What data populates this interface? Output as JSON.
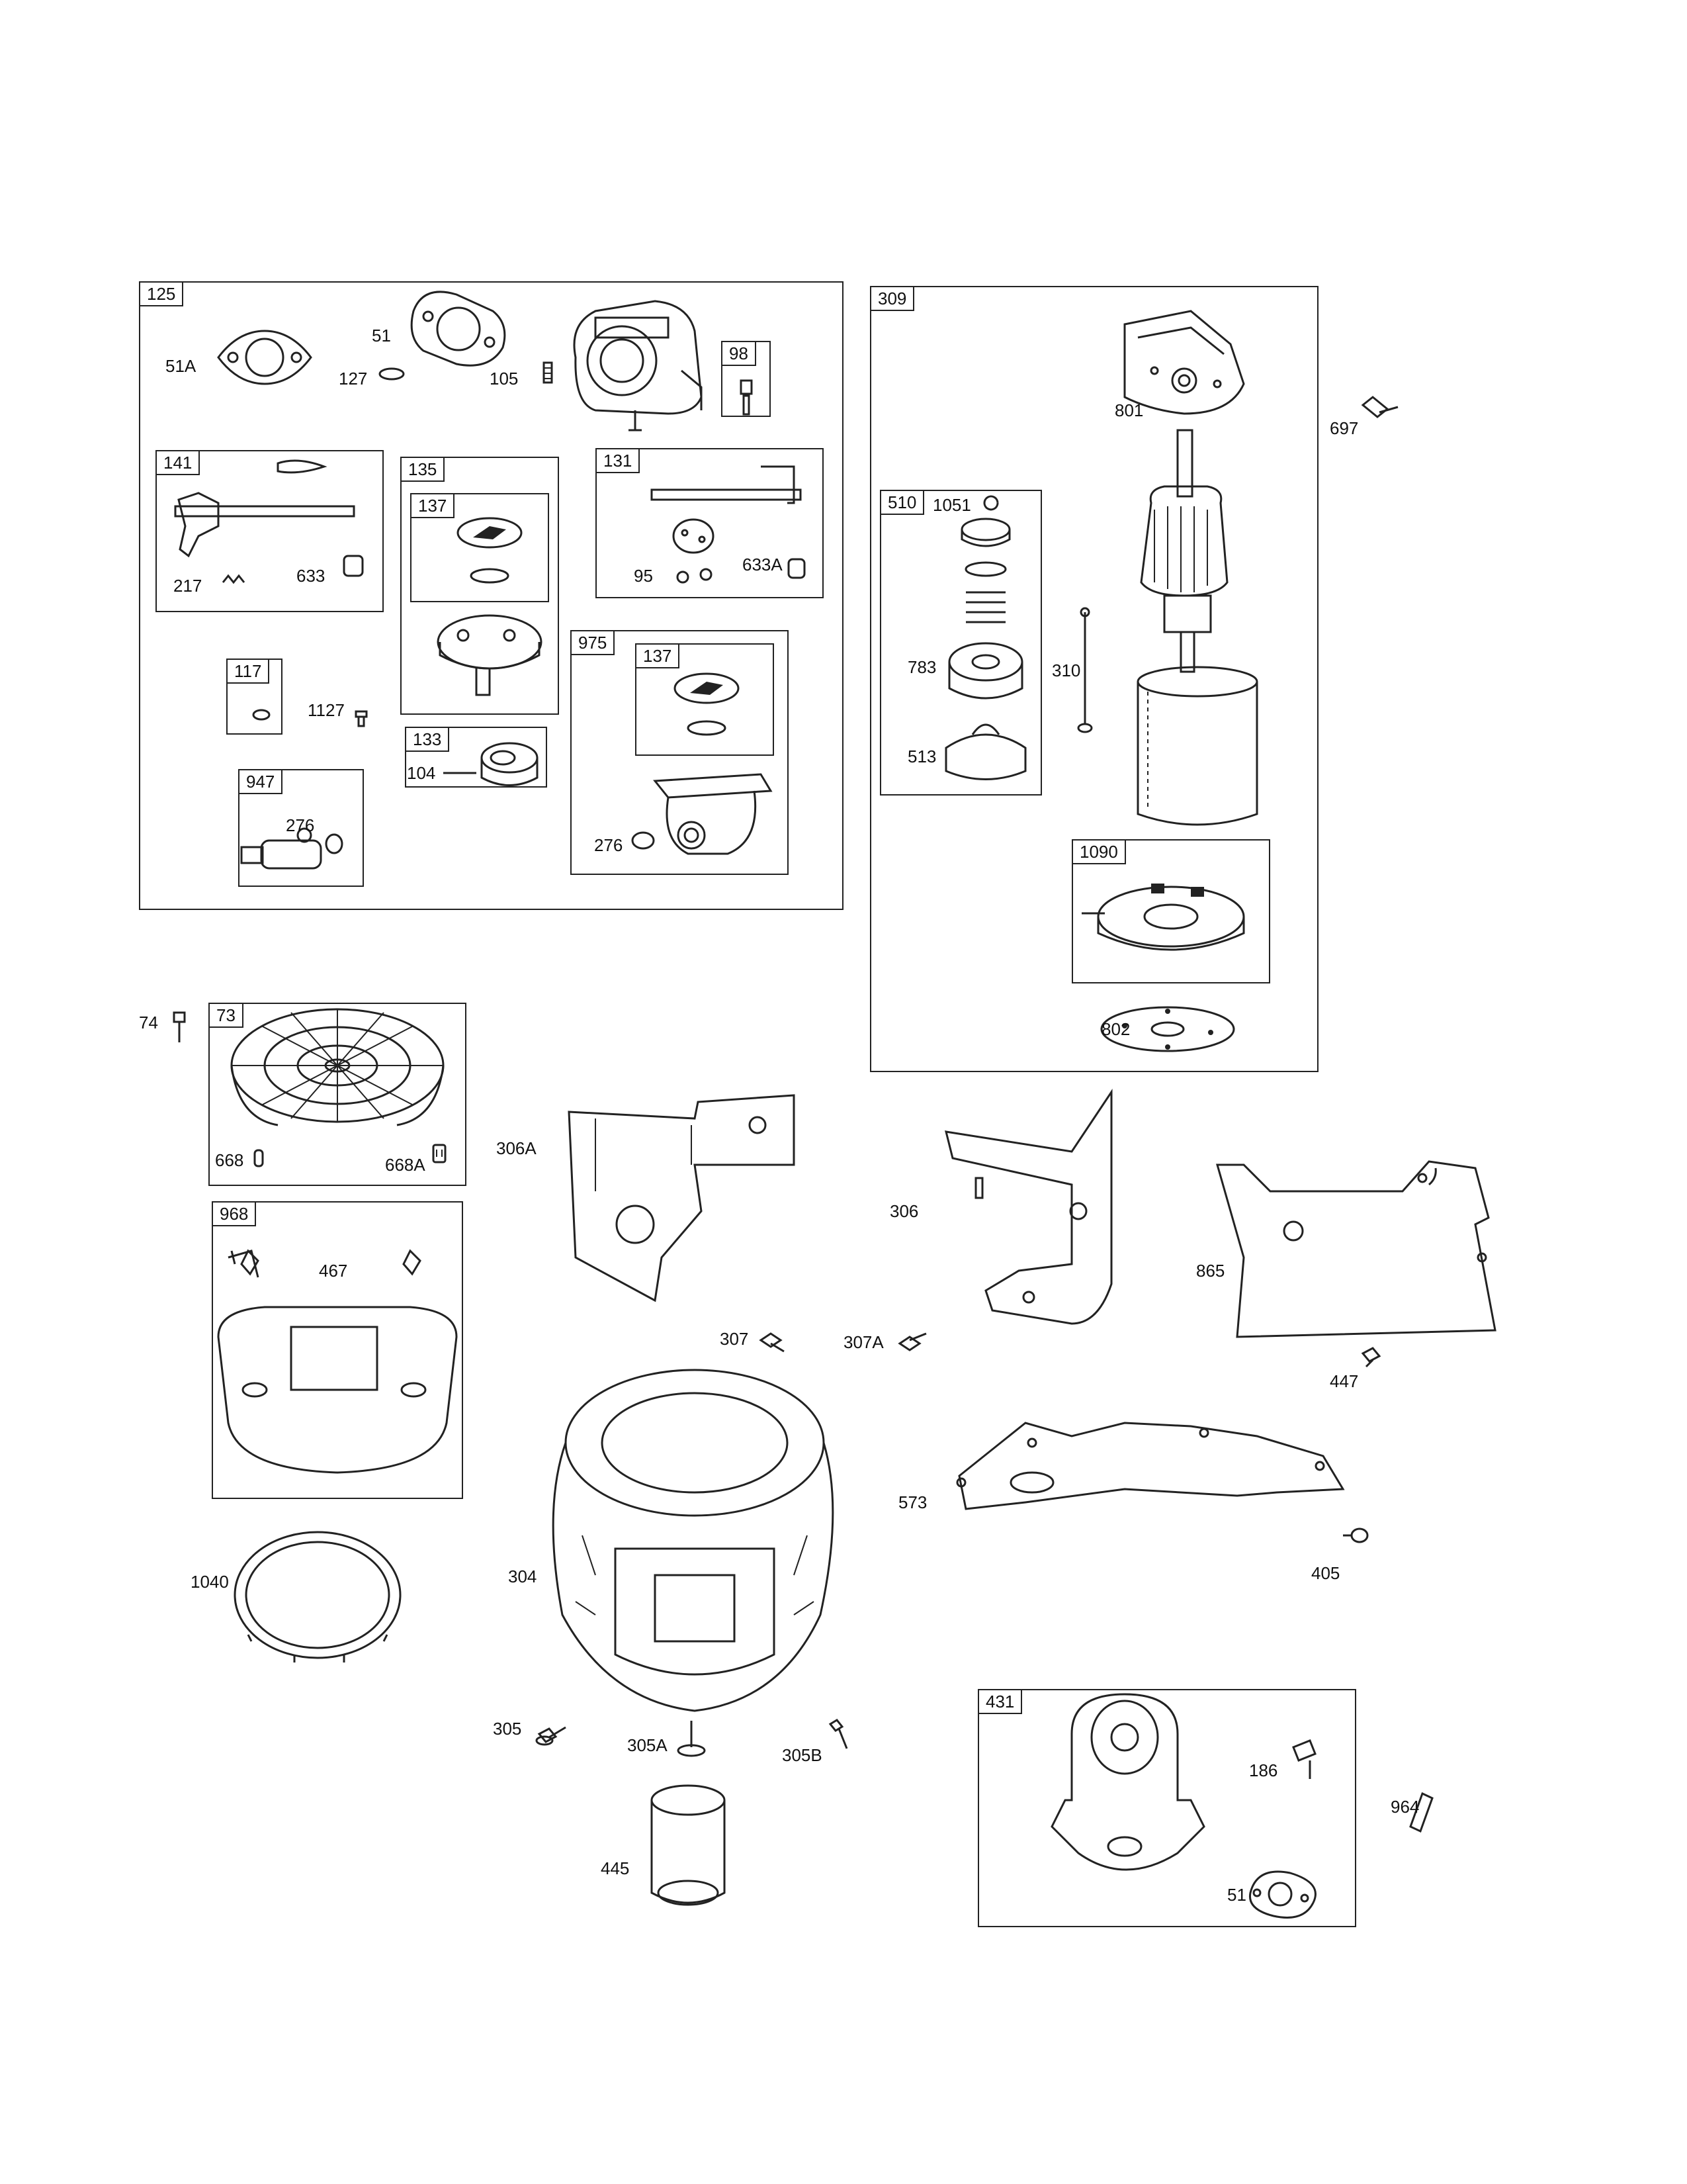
{
  "boxes": {
    "b125": "125",
    "b141": "141",
    "b135": "135",
    "b137a": "137",
    "b131": "131",
    "b98": "98",
    "b117": "117",
    "b133": "133",
    "b975": "975",
    "b137b": "137",
    "b947": "947",
    "b309": "309",
    "b510": "510",
    "b1090": "1090",
    "b73": "73",
    "b968": "968",
    "b431": "431"
  },
  "labels": {
    "l51A": "51A",
    "l51": "51",
    "l127": "127",
    "l105": "105",
    "l217": "217",
    "l633": "633",
    "l95": "95",
    "l633A": "633A",
    "l1127": "1127",
    "l104": "104",
    "l276a": "276",
    "l276b": "276",
    "l801": "801",
    "l697": "697",
    "l1051": "1051",
    "l783": "783",
    "l310": "310",
    "l513": "513",
    "l802": "802",
    "l74": "74",
    "l668": "668",
    "l668A": "668A",
    "l306A": "306A",
    "l306": "306",
    "l865": "865",
    "l467": "467",
    "l307": "307",
    "l307A": "307A",
    "l447": "447",
    "l573": "573",
    "l405": "405",
    "l1040": "1040",
    "l304": "304",
    "l305": "305",
    "l305A": "305A",
    "l305B": "305B",
    "l445": "445",
    "l186": "186",
    "l964": "964",
    "l51b": "51"
  }
}
